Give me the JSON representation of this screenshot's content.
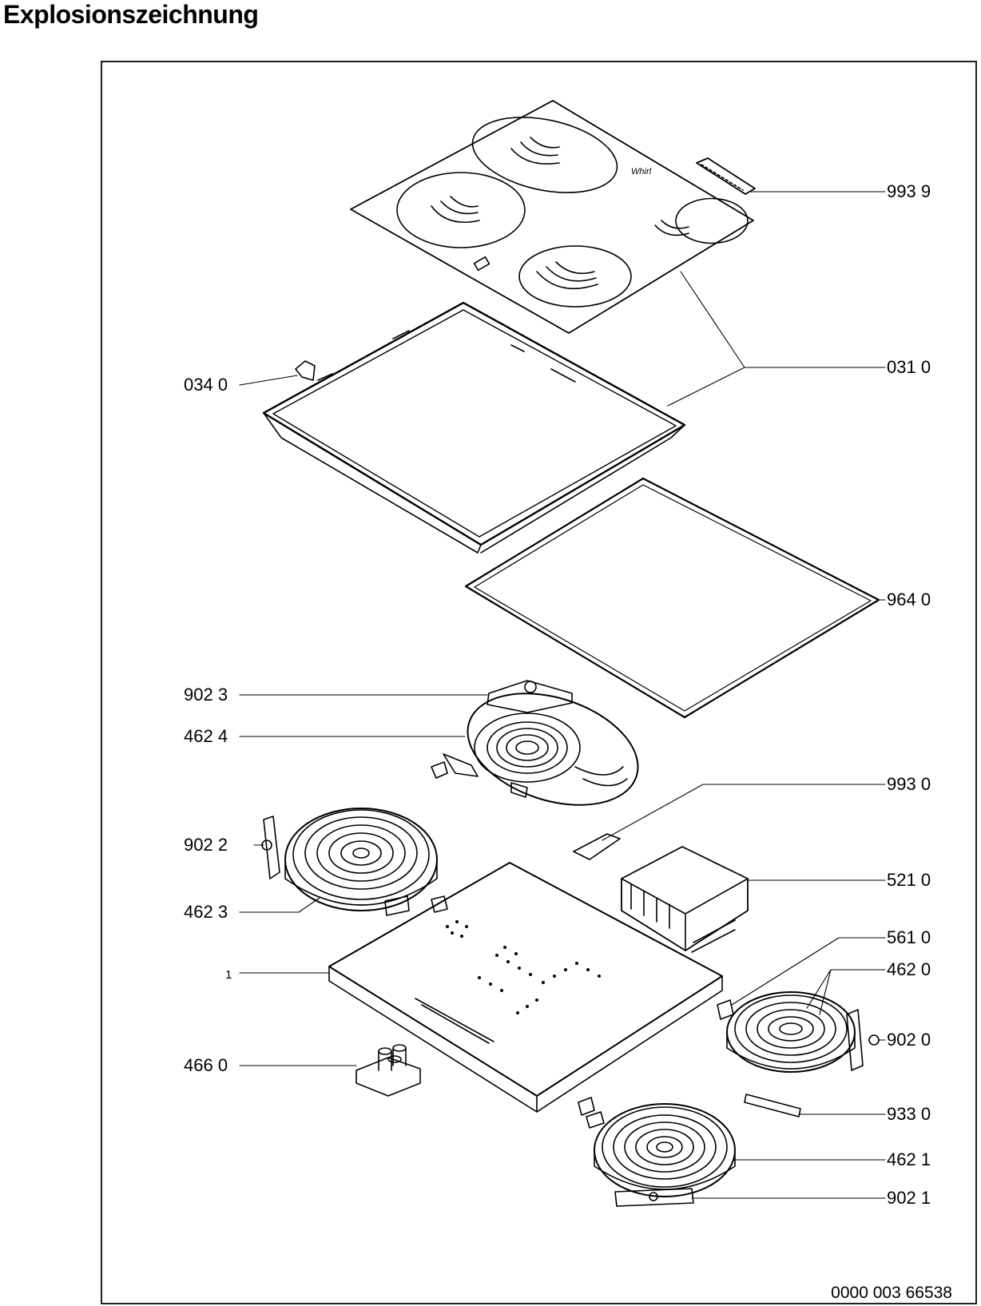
{
  "page": {
    "title": "Explosionszeichnung"
  },
  "drawing": {
    "number": "0000 003 66538"
  },
  "callouts": {
    "p9939": "993 9",
    "p0310": "031 0",
    "p0340": "034 0",
    "p9640": "964 0",
    "p9023": "902 3",
    "p4624": "462 4",
    "p9930": "993 0",
    "p9022": "902 2",
    "p5210": "521 0",
    "p4623": "462 3",
    "p5610": "561 0",
    "p1": "1",
    "p4620": "462 0",
    "p9020": "902 0",
    "p4660": "466 0",
    "p9330": "933 0",
    "p4621": "462 1",
    "p9021": "902 1"
  }
}
